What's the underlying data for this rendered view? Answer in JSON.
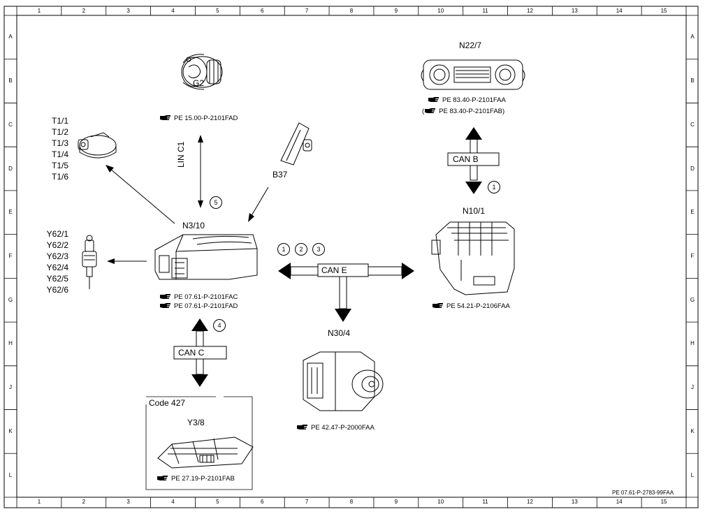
{
  "grid": {
    "columns": [
      "1",
      "2",
      "3",
      "4",
      "5",
      "6",
      "7",
      "8",
      "9",
      "10",
      "11",
      "12",
      "13",
      "14",
      "15"
    ],
    "rows": [
      "A",
      "B",
      "C",
      "D",
      "E",
      "F",
      "G",
      "H",
      "J",
      "K",
      "L"
    ]
  },
  "components": {
    "g2": {
      "name": "G2",
      "ref": "PE 15.00-P-2101FAD"
    },
    "t1": {
      "names": [
        "T1/1",
        "T1/2",
        "T1/3",
        "T1/4",
        "T1/5",
        "T1/6"
      ]
    },
    "b37": {
      "name": "B37"
    },
    "n3_10": {
      "name": "N3/10",
      "refs": [
        "PE 07.61-P-2101FAC",
        "PE 07.61-P-2101FAD"
      ]
    },
    "y62": {
      "names": [
        "Y62/1",
        "Y62/2",
        "Y62/3",
        "Y62/4",
        "Y62/5",
        "Y62/6"
      ]
    },
    "n22_7": {
      "name": "N22/7",
      "refs": [
        "PE 83.40-P-2101FAA",
        "(",
        "PE 83.40-P-2101FAB)"
      ]
    },
    "n10_1": {
      "name": "N10/1",
      "ref": "PE 54.21-P-2106FAA"
    },
    "n30_4": {
      "name": "N30/4",
      "ref": "PE 42.47-P-2000FAA"
    },
    "y3_8": {
      "code": "Code 427",
      "name": "Y3/8",
      "ref": "PE 27.19-P-2101FAB"
    }
  },
  "buses": {
    "lin": "LIN C1",
    "can_b": "CAN B",
    "can_c": "CAN C",
    "can_e": "CAN E"
  },
  "callouts": [
    "1",
    "2",
    "3",
    "1",
    "4",
    "5"
  ],
  "document_id": "PE 07.61-P-2783-99FAA",
  "colors": {
    "line": "#000000",
    "background": "#ffffff"
  }
}
